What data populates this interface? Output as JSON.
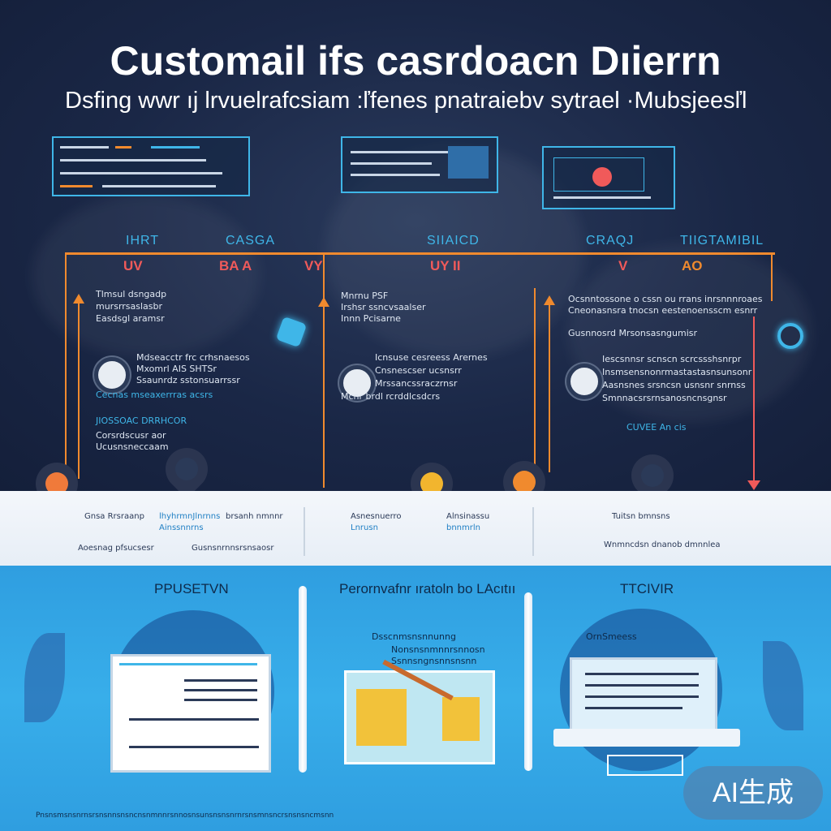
{
  "header": {
    "title": "Customail ifs casrdoacn Dıierrn",
    "subtitle": "Dsfing wwr ıj lrvuelrafcsiam :ľfenes pnatraiebv sytrael  ·Mubsjeesľl"
  },
  "stages": [
    {
      "label": "IHRT"
    },
    {
      "label": "CASGA"
    },
    {
      "label": "SIIAICD"
    },
    {
      "label": "CRAQJ"
    },
    {
      "label": "TIIGTAMIBIL"
    }
  ],
  "sub_labels": [
    "UV",
    "BA A",
    "VY",
    "UY II",
    "V",
    "AO"
  ],
  "panels": {
    "left": {
      "lines_top": [
        "Tlmsul dsngadp",
        "mursrrsaslasbr",
        "Easdsgl aramsr"
      ],
      "lines_mid": [
        "Mdseacctr frc crhsnaesos",
        "Mxomrl AIS SHTSr",
        "Ssaunrdz sstonsuarrssr",
        "Cecnas mseaxerrras acsrs"
      ],
      "accent": "JIOSSOAC DRRHCOR",
      "lines_bot": [
        "Corsrdscusr aor",
        "Ucusnsneccaam"
      ]
    },
    "center": {
      "lines_top": [
        "Mnrnu PSF",
        "Irshsr ssncvsaalser",
        "Innn Pcisarne"
      ],
      "lines_mid": [
        "Icnsuse cesreess Arernes",
        "Cnsnescser ucsnsrr",
        "Mrssancssraczrnsr",
        "Mcnr brdl  rcrddlcsdcrs"
      ]
    },
    "right": {
      "lines_top": [
        "Ocsnntossone o cssn ou rrans inrsnnnroaes",
        "Cneonasnsra tnocsn eestenoensscm esnrr",
        "Gusnnosrd Mrsonsasngumisr"
      ],
      "lines_mid": [
        "Iescsnnsr  scnscn scrcssshsnrpr",
        "Insmsensnonrmastastasnsunsonr",
        "Aasnsnes  srsncsn usnsnr snrnss",
        "Smnnacsrsrnsanosncnsgnsr"
      ],
      "accent": "CUVEE An  cis"
    }
  },
  "white_band": {
    "col1": [
      "Gnsa Rrsraanp",
      "Aoesnag pfsucsesr"
    ],
    "col2": [
      "lhyhrmnJlnrnns",
      "Ainssnnrns"
    ],
    "col3": [
      "brsanh nmnnr",
      "Gusnsnrnnsrsnsaosr"
    ],
    "col4": [
      "Asnesnuerro",
      "Lnrusn"
    ],
    "col5": [
      "Alnsinassu",
      "bnnmrln"
    ],
    "col6": [
      "Tuitsn bmnsns",
      "Wnmncdsn dnanob dmnnlea"
    ]
  },
  "bottom": {
    "labels": [
      "PPUSETVN",
      "Perornvafnr ıratoln bo LAcıtıı",
      "TTCIVIR"
    ],
    "center_lines": [
      "Dsscnmsnsnnunng",
      "Nonsnsnmnnrsnnosn",
      "Ssnnsngnsnnsnsnn"
    ],
    "right_lines": [
      "OrnSmeess"
    ],
    "footer": "Pnsnsmsnsnrnsrsnsnnsnsncnsnmnnrsnnosnsunsnsnsnrnrsnsmnsncrsnsnsncmsnn"
  },
  "watermark": "AI生成",
  "colors": {
    "navy": "#1b2a4a",
    "accent_blue": "#3fb6e8",
    "accent_orange": "#f08a2e",
    "accent_red": "#f05a5a",
    "band_blue": "#38aeea"
  }
}
